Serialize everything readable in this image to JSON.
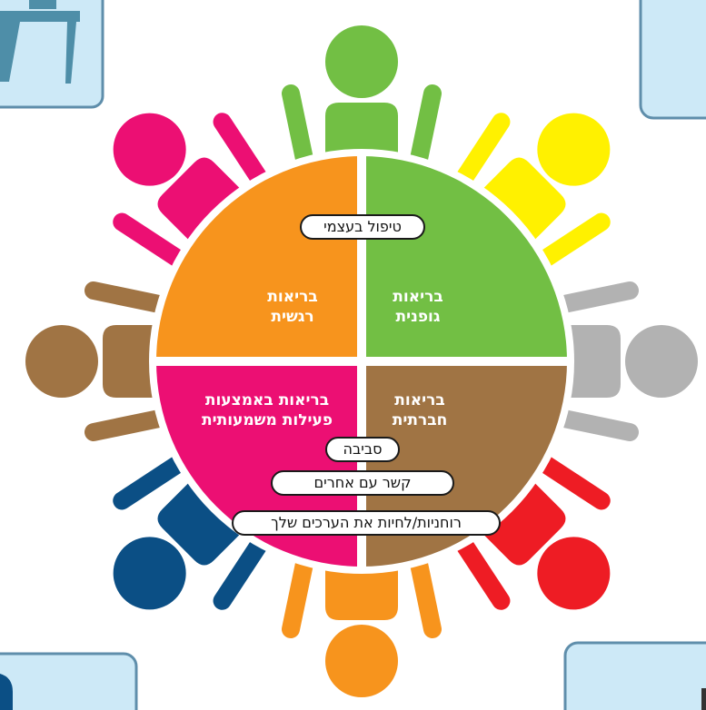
{
  "colors": {
    "green": "#72bf44",
    "yellow": "#fff100",
    "gray": "#b2b2b2",
    "red": "#ee1c24",
    "orange": "#f7941d",
    "navy": "#0b4f85",
    "brown": "#a07444",
    "magenta": "#ec0f73",
    "panel": "#cde9f7",
    "panel_border": "#5f8eab",
    "desk": "#4e8ea8",
    "divider": "#ffffff"
  },
  "people": [
    {
      "position": "top",
      "color": "green"
    },
    {
      "position": "top-right",
      "color": "yellow"
    },
    {
      "position": "right",
      "color": "gray"
    },
    {
      "position": "bottom-right",
      "color": "red"
    },
    {
      "position": "bottom",
      "color": "orange"
    },
    {
      "position": "bottom-left",
      "color": "navy"
    },
    {
      "position": "left",
      "color": "brown"
    },
    {
      "position": "top-left",
      "color": "magenta"
    }
  ],
  "quadrants": {
    "physical": {
      "line1": "בריאות",
      "line2": "גופנית",
      "color": "green"
    },
    "emotional": {
      "line1": "בריאות",
      "line2": "רגשית",
      "color": "orange"
    },
    "social": {
      "line1": "בריאות",
      "line2": "חברתית",
      "color": "brown"
    },
    "meaningful": {
      "line1": "בריאות באמצעות",
      "line2": "פעילות משמעותית",
      "color": "magenta"
    }
  },
  "pills": {
    "self_care": "טיפול בעצמי",
    "environment": "סביבה",
    "connection": "קשר עם אחרים",
    "spirituality": "רוחניות/לחיות את הערכים שלך"
  },
  "icons": {
    "desk": "desk-illustration-icon",
    "person": "person-figure-icon"
  }
}
